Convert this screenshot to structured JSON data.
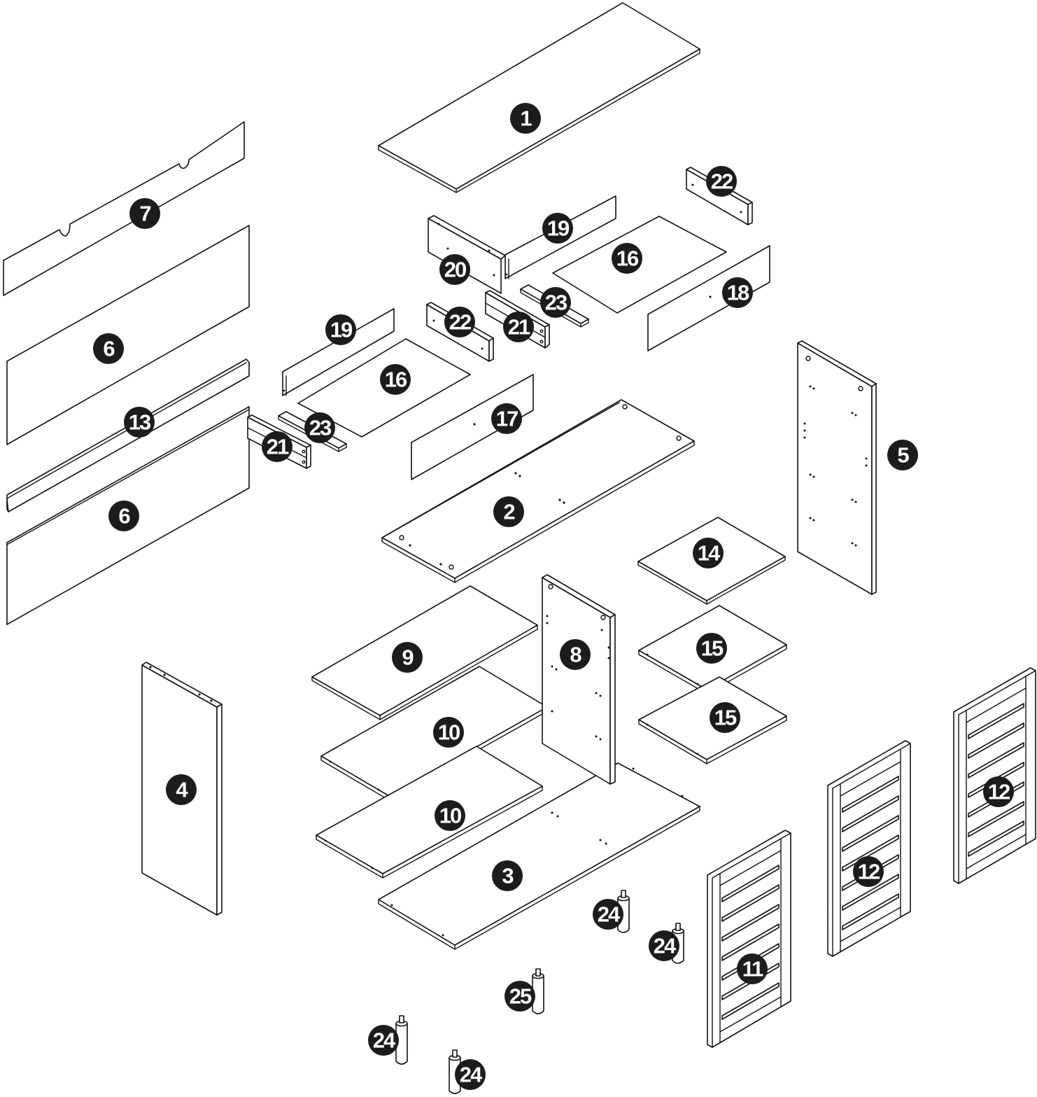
{
  "parts": {
    "p1": "1",
    "p2": "2",
    "p3": "3",
    "p4": "4",
    "p5": "5",
    "p6a": "6",
    "p6b": "6",
    "p7": "7",
    "p8": "8",
    "p9": "9",
    "p10a": "10",
    "p10b": "10",
    "p11": "11",
    "p12a": "12",
    "p12b": "12",
    "p13": "13",
    "p14": "14",
    "p15a": "15",
    "p15b": "15",
    "p16a": "16",
    "p16b": "16",
    "p17": "17",
    "p18": "18",
    "p19a": "19",
    "p19b": "19",
    "p20": "20",
    "p21a": "21",
    "p21b": "21",
    "p22a": "22",
    "p22b": "22",
    "p23a": "23",
    "p23b": "23",
    "p24a": "24",
    "p24b": "24",
    "p24c": "24",
    "p24d": "24",
    "p25": "25"
  },
  "colors": {
    "line": "#111111",
    "badge": "#1c1c1c",
    "badge_text": "#ffffff",
    "background": "#ffffff"
  }
}
